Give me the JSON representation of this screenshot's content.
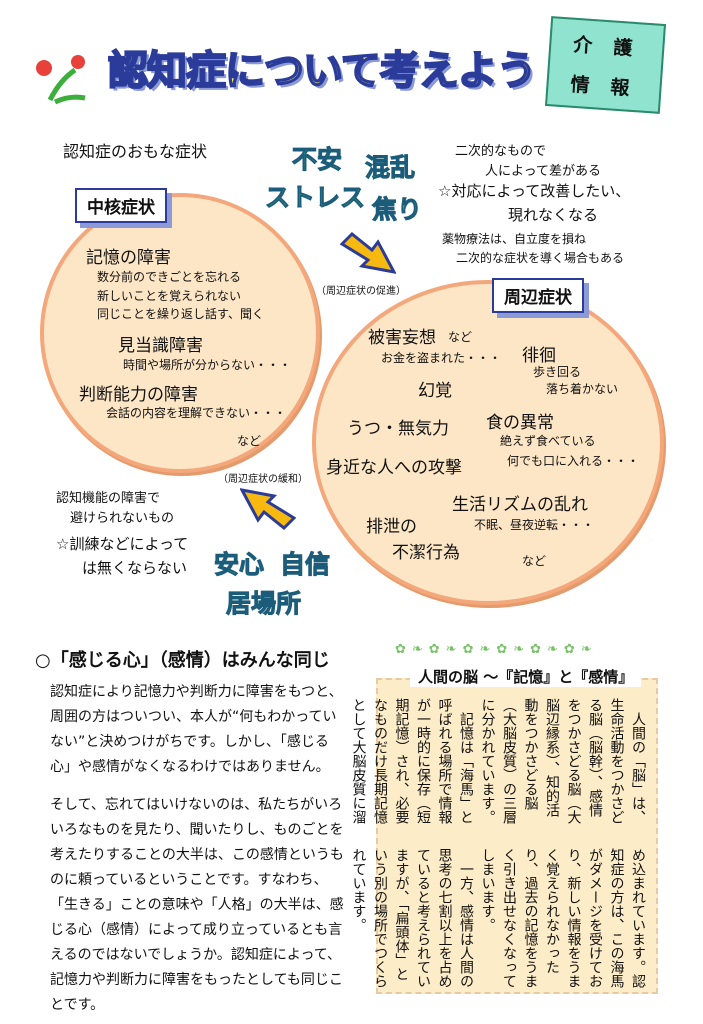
{
  "header": {
    "title": "認知症について考えよう",
    "tag": [
      "介",
      "護",
      "情",
      "報"
    ]
  },
  "diagram": {
    "heading": "認知症のおもな症状",
    "core": {
      "label": "中核症状",
      "items": [
        {
          "title": "記憶の障害",
          "details": [
            "数分前のできごとを忘れる",
            "新しいことを覚えられない",
            "同じことを繰り返し話す、聞く"
          ]
        },
        {
          "title": "見当識障害",
          "details": [
            "時間や場所が分からない・・・"
          ]
        },
        {
          "title": "判断能力の障害",
          "details": [
            "会話の内容を理解できない・・・"
          ]
        }
      ],
      "etc": "など"
    },
    "peripheral": {
      "label": "周辺症状",
      "items": {
        "delusion": "被害妄想",
        "delusion_suffix": "など",
        "delusion_detail": "お金を盗まれた・・・",
        "wander": "徘徊",
        "wander_d1": "歩き回る",
        "wander_d2": "落ち着かない",
        "halluc": "幻覚",
        "depress": "うつ・無気力",
        "eat": "食の異常",
        "eat_d1": "絶えず食べている",
        "eat_d2": "何でも口に入れる・・・",
        "attack": "身近な人への攻撃",
        "rhythm": "生活リズムの乱れ",
        "rhythm_d": "不眠、昼夜逆転・・・",
        "excr1": "排泄の",
        "excr2": "不潔行為"
      },
      "etc": "など"
    },
    "neg_words": [
      "不安",
      "混乱",
      "ストレス",
      "焦り"
    ],
    "pos_words": [
      "安心",
      "自信",
      "居場所"
    ],
    "promote": "（周辺症状の促進）",
    "relieve": "（周辺症状の緩和）",
    "right_notes": [
      "二次的なもので",
      "人によって差がある",
      "☆対応によって改善したい、",
      "現れなくなる",
      "薬物療法は、自立度を損ね",
      "二次的な症状を導く場合もある"
    ],
    "left_notes": [
      "認知機能の障害で",
      "避けられないもの",
      "☆訓練などによって",
      "は無くならない"
    ]
  },
  "section": {
    "heading": "○「感じる心」（感情）はみんな同じ",
    "paragraphs": [
      "認知症により記憶力や判断力に障害をもつと、周囲の方はついつい、本人が“何もわかっていない”と決めつけがちです。しかし、「感じる心」や感情がなくなるわけではありません。",
      "そして、忘れてはいけないのは、私たちがいろいろなものを見たり、聞いたりし、ものごとを考えたりすることの大半は、この感情というものに頼っているということです。すなわち、「生きる」ことの意味や「人格」の大半は、感じる心（感情）によって成り立っているとも言えるのではないでしょうか。認知症によって、記憶力や判断力に障害をもったとしても同じことです。"
    ]
  },
  "brain": {
    "title": "人間の脳 ～『記憶』と『感情』",
    "top_columns": [
      "　人間の「脳」は、",
      "生命活動をつかさど",
      "る脳（脳幹）、感情",
      "をつかさどる脳（大",
      "脳辺縁系）、知的活",
      "動をつかさどる脳",
      "（大脳皮質）の三層",
      "に分かれています。",
      "　記憶は「海馬」と",
      "呼ばれる場所で情報",
      "が一時的に保存（短",
      "期記憶）され、必要",
      "なものだけ長期記憶",
      "として大脳皮質に溜"
    ],
    "bottom_columns": [
      "め込まれています。認",
      "知症の方は、この海馬",
      "がダメージを受けてお",
      "り、新しい情報をうま",
      "く覚えられなかった",
      "り、過去の記憶をうま",
      "く引き出せなくなって",
      "しまいます。",
      "　一方、感情は人間の",
      "思考の七割以上を占め",
      "ていると考えられてい",
      "ますが、「扁頭体」と",
      "いう別の場所でつくら",
      "れています。"
    ]
  }
}
